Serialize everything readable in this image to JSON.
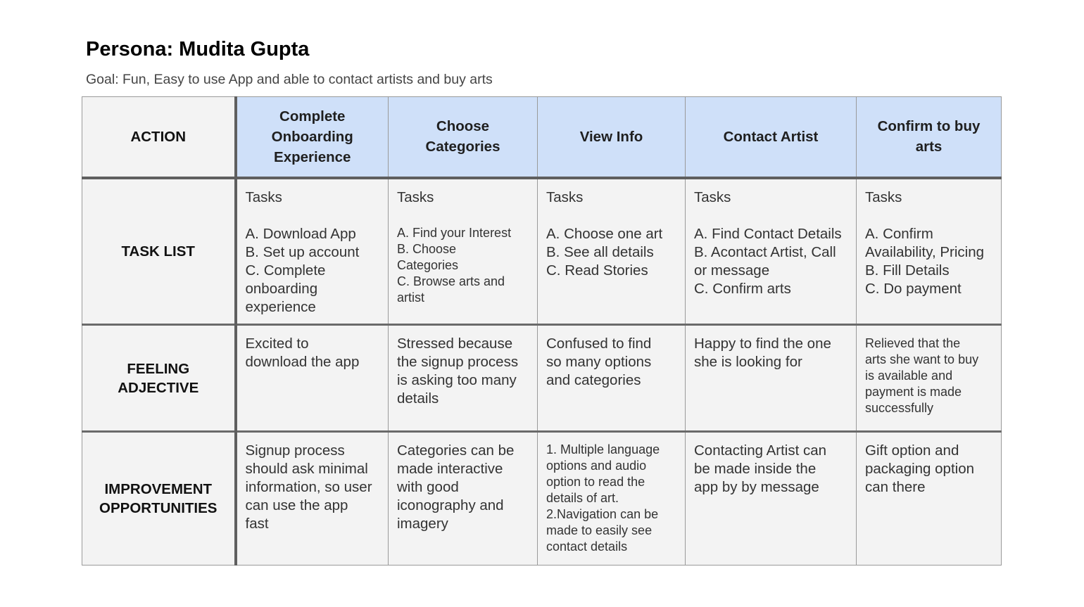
{
  "persona": {
    "title": "Persona: Mudita Gupta",
    "goal": "Goal: Fun, Easy to use App and able to contact artists and buy arts"
  },
  "table": {
    "corner_label": "ACTION",
    "stages": [
      [
        "Complete",
        "Onboarding",
        "Experience"
      ],
      [
        "Choose",
        "Categories"
      ],
      [
        "View Info"
      ],
      [
        "Contact Artist"
      ],
      [
        "Confirm to buy",
        "arts"
      ]
    ],
    "rows": {
      "task_list": {
        "label": [
          "TASK LIST"
        ],
        "cells": [
          [
            "Tasks",
            "",
            "A. Download App",
            "B. Set up account",
            "C. Complete",
            "onboarding",
            "experience"
          ],
          [
            "Tasks",
            "",
            "A. Find your Interest",
            "B. Choose",
            "Categories",
            "C. Browse arts and",
            "artist"
          ],
          [
            "Tasks",
            "",
            "A. Choose one art",
            "B. See all details",
            "C. Read Stories"
          ],
          [
            "Tasks",
            "",
            "A. Find Contact Details",
            "B. Acontact Artist, Call",
            "or message",
            "C. Confirm arts"
          ],
          [
            "Tasks",
            "",
            "A. Confirm",
            "Availability, Pricing",
            "B. Fill Details",
            "C. Do payment"
          ]
        ]
      },
      "feeling": {
        "label": [
          "FEELING",
          "ADJECTIVE"
        ],
        "cells": [
          [
            "Excited to",
            "download the app"
          ],
          [
            "Stressed because",
            "the signup process",
            "is asking too many",
            "details"
          ],
          [
            "Confused to find",
            "so many options",
            "and categories"
          ],
          [
            "Happy to find the one",
            "she is looking for"
          ],
          [
            "Relieved that the",
            "arts she want to buy",
            "is available and",
            "payment is made",
            "successfully"
          ]
        ]
      },
      "improvement": {
        "label": [
          "IMPROVEMENT",
          "OPPORTUNITIES"
        ],
        "cells": [
          [
            "Signup process",
            "should ask minimal",
            "information, so user",
            "can use the app",
            "fast"
          ],
          [
            "Categories can be",
            "made interactive",
            "with good",
            "iconography and",
            "imagery"
          ],
          [
            "1. Multiple language",
            "options and audio",
            "option to read the",
            "details of art.",
            "2.Navigation can be",
            "made to easily see",
            "contact details"
          ],
          [
            "Contacting Artist can",
            "be made inside the",
            "app by by message"
          ],
          [
            "Gift option and",
            "packaging option",
            "can there"
          ]
        ]
      }
    }
  }
}
